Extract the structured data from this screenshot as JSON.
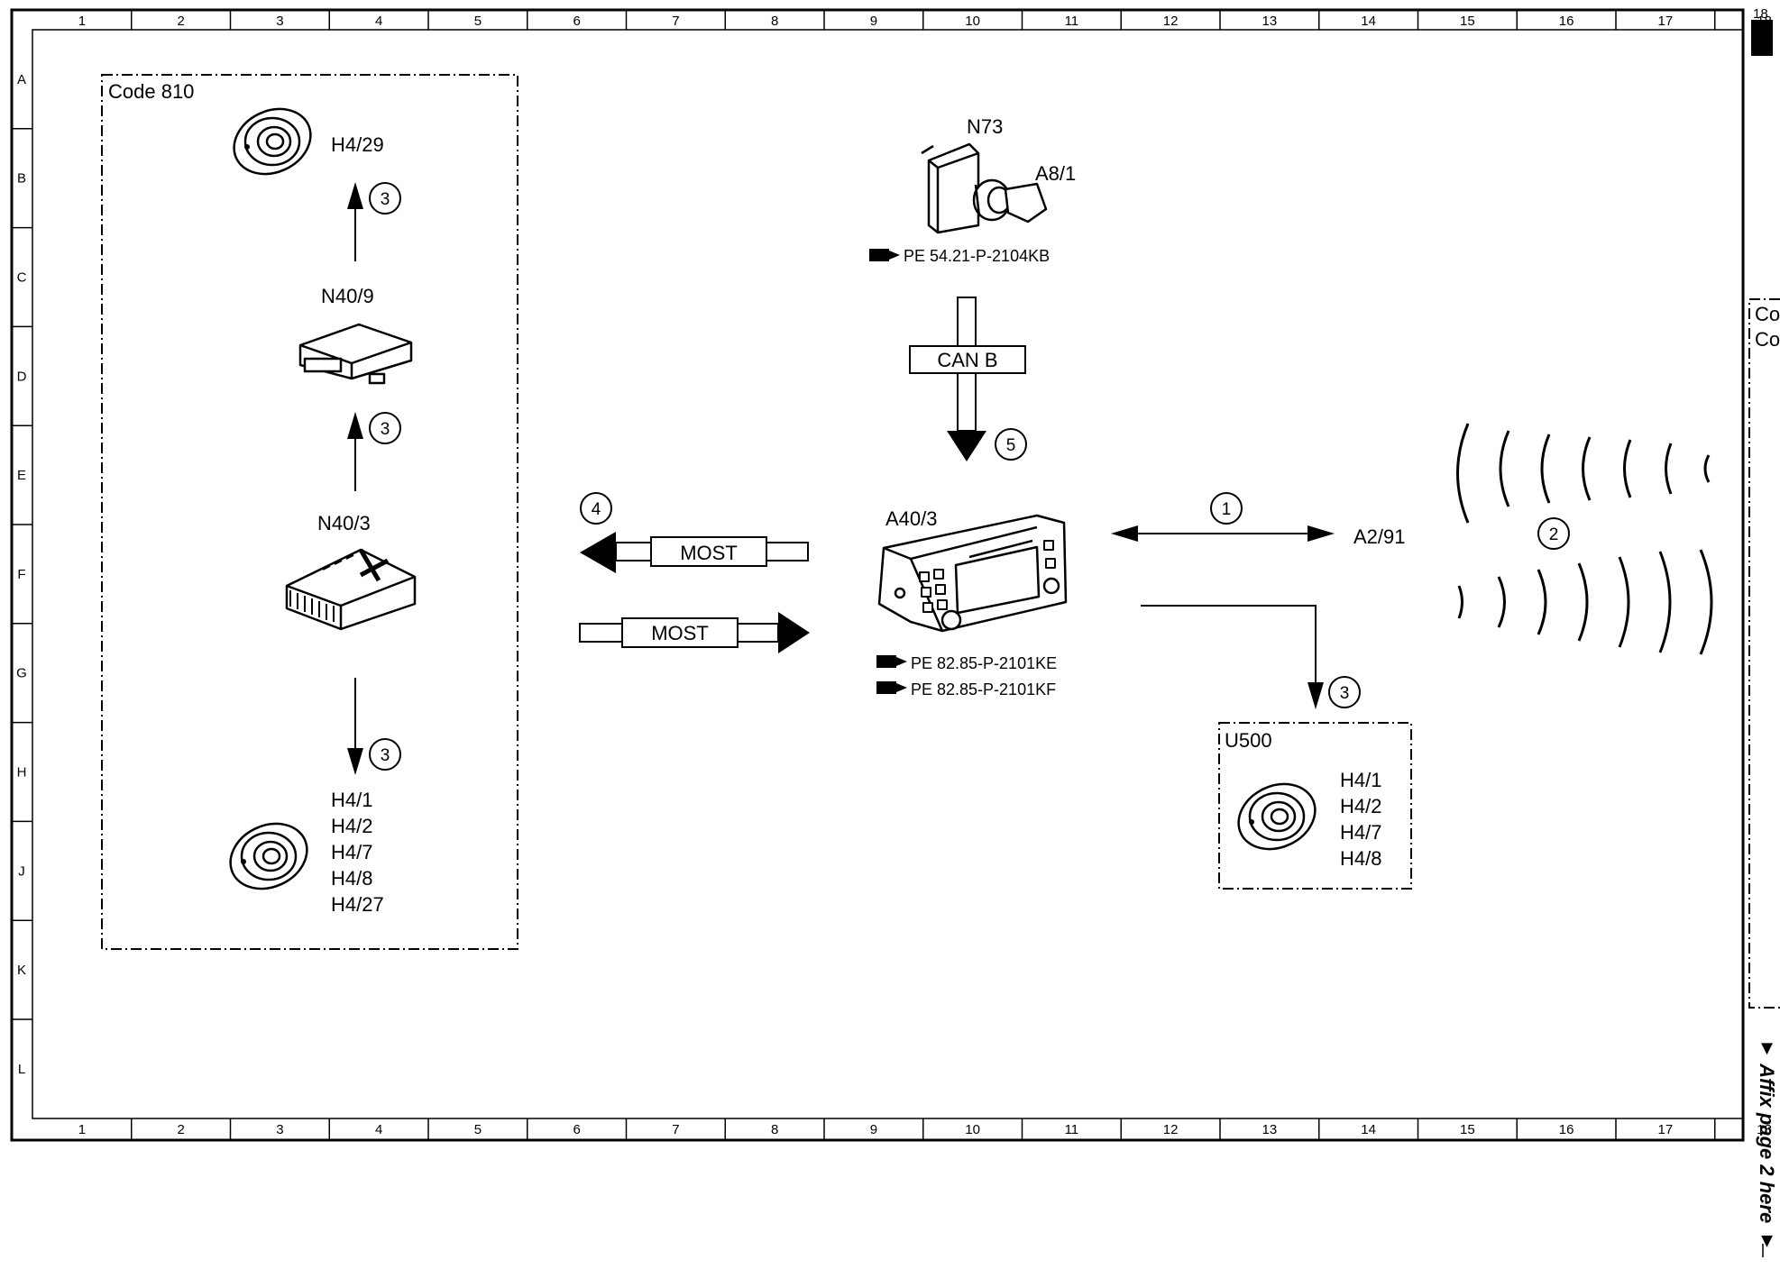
{
  "grid": {
    "columns": [
      "1",
      "2",
      "3",
      "4",
      "5",
      "6",
      "7",
      "8",
      "9",
      "10",
      "11",
      "12",
      "13",
      "14",
      "15",
      "16",
      "17",
      "18"
    ],
    "rows": [
      "A",
      "B",
      "C",
      "D",
      "E",
      "F",
      "G",
      "H",
      "J",
      "K",
      "L"
    ]
  },
  "code_box": {
    "title": "Code 810"
  },
  "components": {
    "h4_29": "H4/29",
    "n40_9": "N40/9",
    "n40_3": "N40/3",
    "speakers_left": [
      "H4/1",
      "H4/2",
      "H4/7",
      "H4/8",
      "H4/27"
    ],
    "n73": "N73",
    "a8_1": "A8/1",
    "a40_3": "A40/3",
    "a2_91": "A2/91",
    "u500": "U500",
    "speakers_u500": [
      "H4/1",
      "H4/2",
      "H4/7",
      "H4/8"
    ]
  },
  "buses": {
    "can_b": "CAN B",
    "most_top": "MOST",
    "most_bottom": "MOST"
  },
  "references": {
    "n73_ref": "PE 54.21-P-2104KB",
    "a40_ref_1": "PE 82.85-P-2101KE",
    "a40_ref_2": "PE 82.85-P-2101KF"
  },
  "markers": {
    "m3a": "3",
    "m3b": "3",
    "m3c": "3",
    "m3d": "3",
    "m1": "1",
    "m2": "2",
    "m4": "4",
    "m5": "5"
  },
  "side_panel": {
    "line1": "Co",
    "line2": "Co",
    "top_num": "18"
  },
  "affix_note": "▼ Affix page 2 here ▼"
}
